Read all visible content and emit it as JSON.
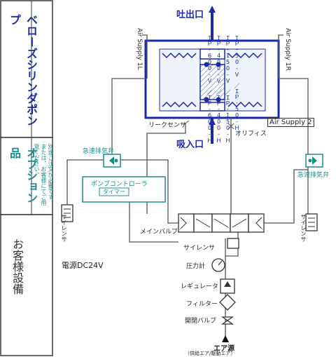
{
  "colors": {
    "blue": "#1a2aa8",
    "teal": "#1a8c8c",
    "gray": "#555555",
    "black": "#111111",
    "panel_border": "#3a3a3a"
  },
  "side_panels": {
    "pump": {
      "title": "ベローズシリンダポンプ",
      "models": [
        "ＩＰ-50-Ｖ　／ＩＰ-50-Ｈ",
        "ＩＰ-150-Ｖ　／ＩＰ-150-Ｈ",
        "ＩＰ-400-Ｖ　／ＩＰ-400-Ｈ",
        "ＩＰ-600-Ｖ　／ＩＰ-600-Ｈ"
      ]
    },
    "option": {
      "title": "オプション品",
      "note": "別途ご注文が必要です。または、お客様にてご用意ください。"
    },
    "customer": {
      "title": "お客様設備"
    }
  },
  "labels": {
    "outlet": "吐出口",
    "inlet": "吸入口",
    "air_supply_1l": "Air Supply 1L",
    "air_supply_1r": "Air Supply 1R",
    "air_supply_2": "Air Supply 2",
    "leak_sensor": "リークセンサ",
    "orifice": "オリフィス",
    "quick_exhaust_left": "急速排気弁",
    "quick_exhaust_right": "急速排気弁",
    "pump_controller": "ポンプコントローラ",
    "timer": "タイマー",
    "main_valve": "メインバルブ",
    "silencer_left": "サイレンサ",
    "silencer_right": "サイレンサ",
    "silencer_bottom": "サイレンサ",
    "power": "電源DC24V",
    "pressure_gauge": "圧力計",
    "regulator": "レギュレータ",
    "filter": "フィルター",
    "open_close_valve": "開閉バルブ",
    "air_source": "エア源",
    "air_source_sub": "（供給エア/駆動エア）"
  }
}
